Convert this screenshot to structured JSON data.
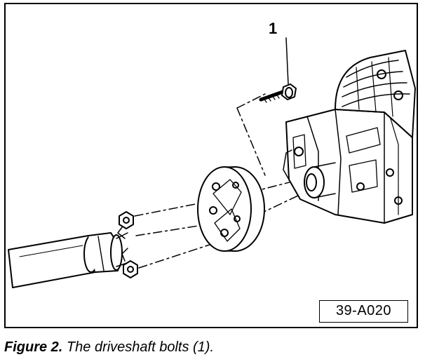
{
  "figure": {
    "callout_number": "1",
    "reference_code": "39-A020",
    "caption_label": "Figure 2.",
    "caption_text": "The driveshaft bolts (1)."
  },
  "illustration": {
    "subject": "driveshaft flange bolted to transmission output flange",
    "line_color": "#000000"
  }
}
